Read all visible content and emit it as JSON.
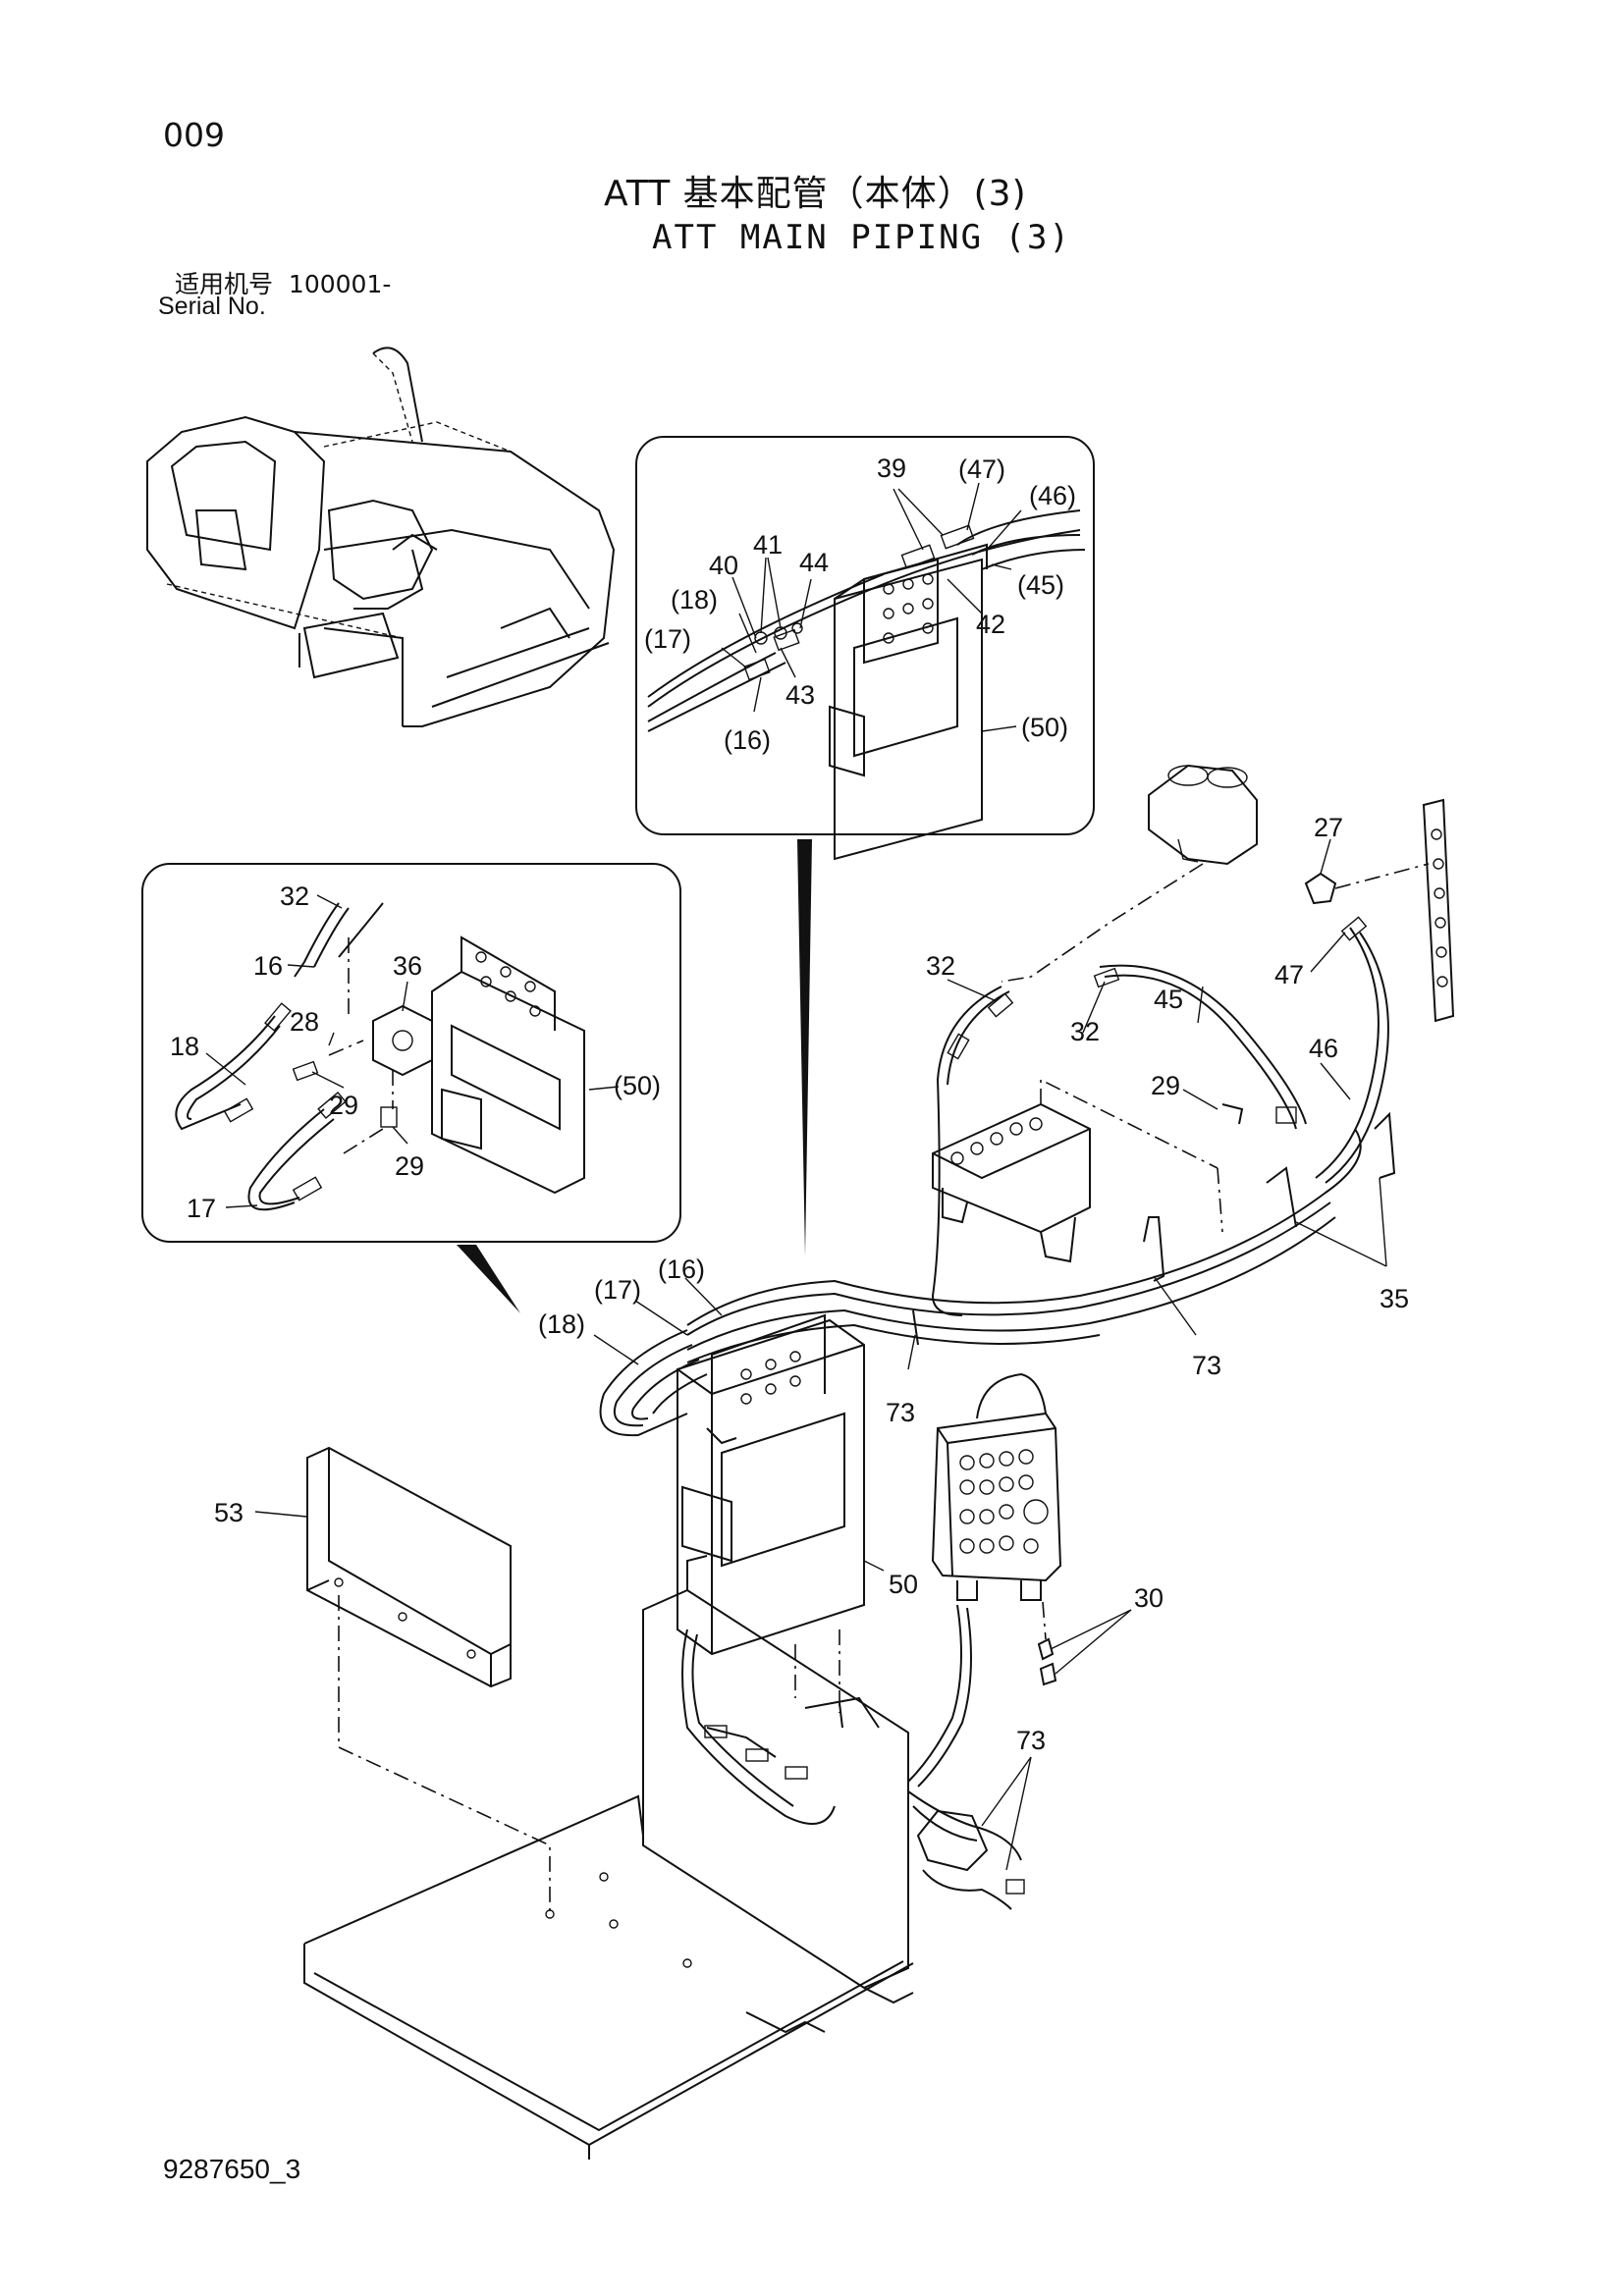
{
  "page": {
    "page_number": "009",
    "title_jp": "ATT 基本配管（本体）(3)",
    "title_en": "ATT MAIN PIPING (3)",
    "serial_label_jp": "适用机号",
    "serial_value": "100001-",
    "serial_label_en": "Serial No.",
    "doc_number": "9287650_3"
  },
  "callouts": {
    "inset_top": [
      "39",
      "(47)",
      "(46)",
      "41",
      "44",
      "40",
      "(45)",
      "(18)",
      "42",
      "(17)",
      "43",
      "(50)",
      "(16)"
    ],
    "inset_left": [
      "32",
      "16",
      "36",
      "28",
      "18",
      "29",
      "(50)",
      "29",
      "17"
    ],
    "main": [
      "27",
      "32",
      "47",
      "32",
      "45",
      "46",
      "29",
      "35",
      "73",
      "(16)",
      "(17)",
      "(18)",
      "73",
      "53",
      "50",
      "30",
      "73"
    ]
  }
}
